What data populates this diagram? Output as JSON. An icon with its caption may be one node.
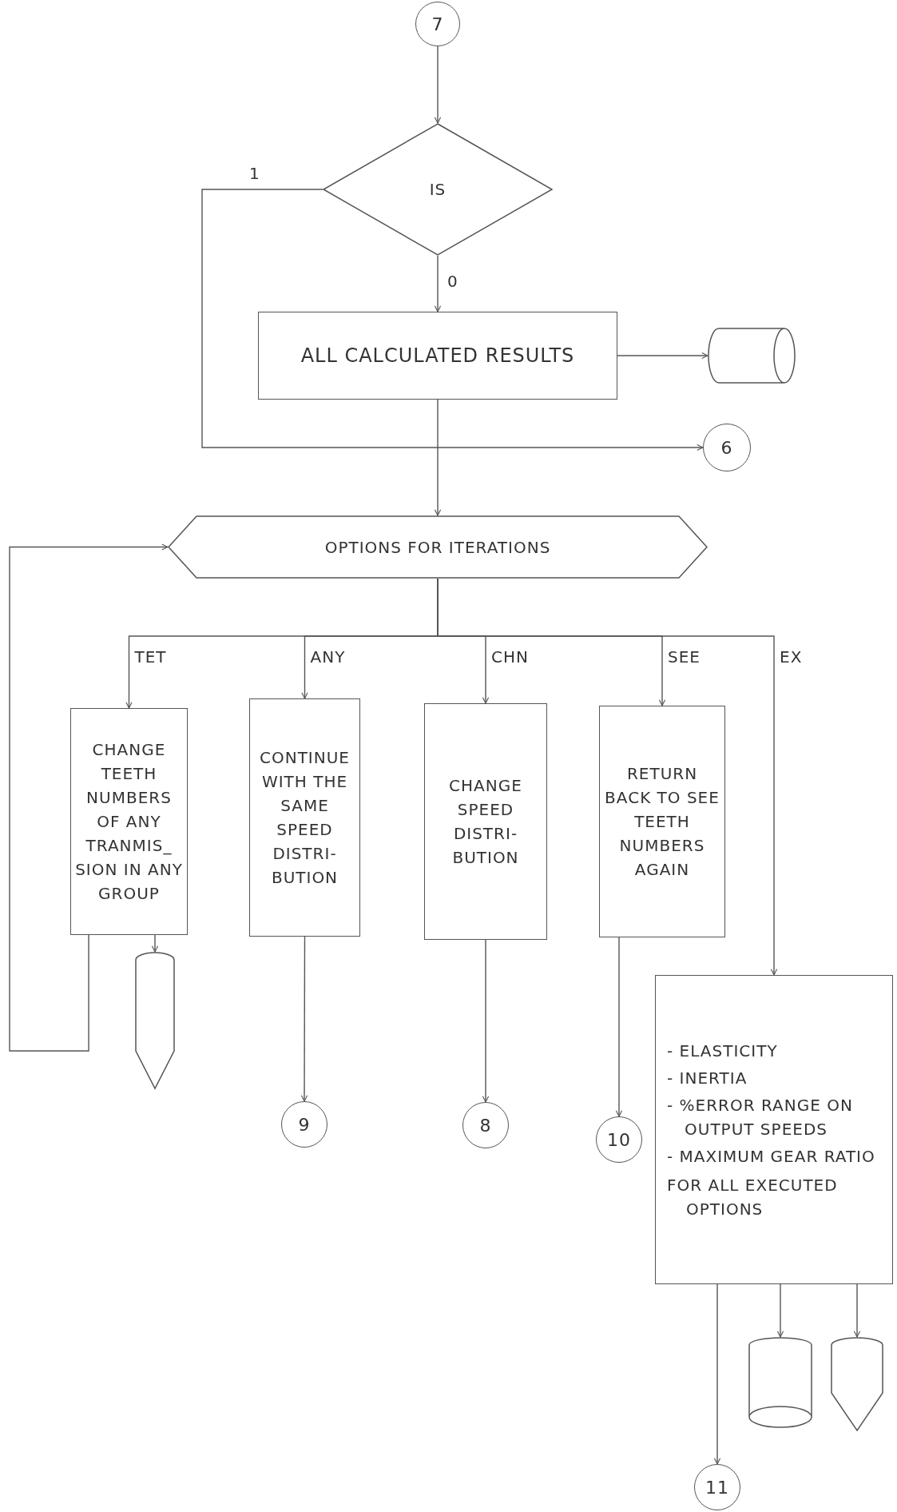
{
  "diagram": {
    "nodes": [
      {
        "text": [
          "7"
        ]
      },
      {
        "text": [
          "IS"
        ]
      },
      {
        "text": [
          "ALL CALCULATED RESULTS"
        ]
      },
      {
        "text": [],
        "shape": "cylinder"
      },
      {
        "text": [
          "6"
        ]
      },
      {
        "text": [
          "OPTIONS FOR ITERATIONS"
        ]
      },
      {
        "text": [
          "CHANGE TEETH NUMBERS OF ANY TRANMIS_ SION IN ANY GROUP"
        ]
      },
      {
        "text": [
          "CONTINUE WITH THE SAME SPEED DISTRI- BUTION"
        ]
      },
      {
        "text": [
          "CHANGE SPEED DISTRI- BUTION"
        ]
      },
      {
        "text": [
          "RETURN BACK TO SEE TEETH NUMBERS AGAIN"
        ]
      },
      {
        "text": [
          "- ELASTICITY",
          "- INERTIA",
          "- %ERROR RANGE ON OUTPUT SPEEDS",
          "- MAXIMUM GEAR RATIO",
          "FOR ALL EXECUTED OPTIONS"
        ]
      },
      {
        "text": [],
        "shape": "pentagon"
      },
      {
        "text": [
          "9"
        ]
      },
      {
        "text": [
          "8"
        ]
      },
      {
        "text": [
          "10"
        ]
      },
      {
        "text": [],
        "shape": "cylinder"
      },
      {
        "text": [],
        "shape": "pentagon"
      },
      {
        "text": [
          "11"
        ]
      }
    ],
    "edges": [
      {
        "from": 0,
        "to": 1,
        "arrow": "to"
      },
      {
        "from": 1,
        "to": 4,
        "label": "1",
        "arrow": "to"
      },
      {
        "from": 1,
        "to": 2,
        "label": "0",
        "arrow": "to"
      },
      {
        "from": 2,
        "to": 3,
        "arrow": "to"
      },
      {
        "from": 2,
        "to": 5,
        "arrow": "to"
      },
      {
        "from": 5,
        "to": 6,
        "label": "TET",
        "arrow": "to"
      },
      {
        "from": 5,
        "to": 7,
        "label": "ANY",
        "arrow": "to"
      },
      {
        "from": 5,
        "to": 8,
        "label": "CHN",
        "arrow": "to"
      },
      {
        "from": 5,
        "to": 9,
        "label": "SEE",
        "arrow": "to"
      },
      {
        "from": 5,
        "to": 10,
        "label": "EX",
        "arrow": "to"
      },
      {
        "from": 6,
        "to": 11,
        "arrow": "to"
      },
      {
        "from": 6,
        "to": 5,
        "arrow": "to"
      },
      {
        "from": 7,
        "to": 12,
        "arrow": "to"
      },
      {
        "from": 8,
        "to": 13,
        "arrow": "to"
      },
      {
        "from": 9,
        "to": 14,
        "arrow": "to"
      },
      {
        "from": 10,
        "to": 17,
        "arrow": "to"
      },
      {
        "from": 10,
        "to": 15,
        "arrow": "to"
      },
      {
        "from": 10,
        "to": 16,
        "arrow": "to"
      }
    ]
  }
}
